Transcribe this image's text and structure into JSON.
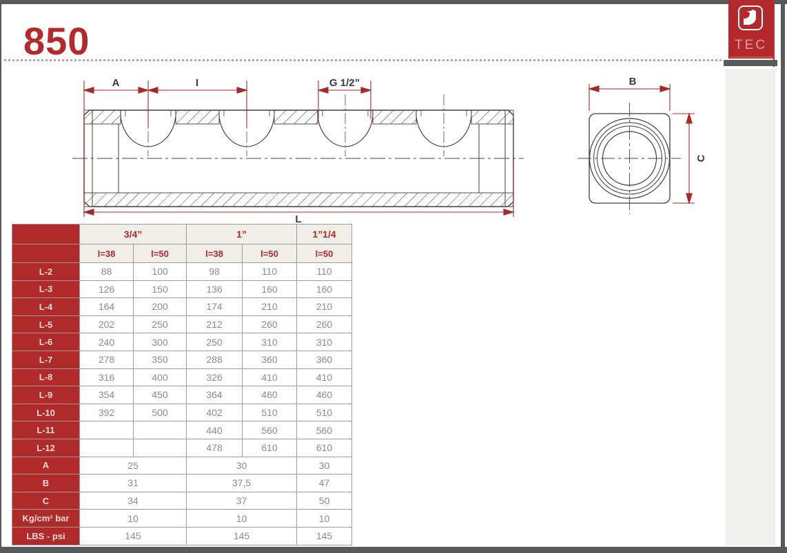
{
  "page": {
    "product_code": "850"
  },
  "logo": {
    "text": "TEC"
  },
  "drawing": {
    "labels": {
      "a": "A",
      "i": "I",
      "g": "G 1/2”",
      "l": "L",
      "b": "B",
      "c": "C"
    }
  },
  "table": {
    "size_groups": [
      "3/4”",
      "1”",
      "1”1/4"
    ],
    "length_headers": [
      "l=38",
      "l=50",
      "l=38",
      "l=50",
      "l=50"
    ],
    "rows": [
      {
        "label": "L-2",
        "values": [
          "88",
          "100",
          "98",
          "110",
          "110"
        ]
      },
      {
        "label": "L-3",
        "values": [
          "126",
          "150",
          "136",
          "160",
          "160"
        ]
      },
      {
        "label": "L-4",
        "values": [
          "164",
          "200",
          "174",
          "210",
          "210"
        ]
      },
      {
        "label": "L-5",
        "values": [
          "202",
          "250",
          "212",
          "260",
          "260"
        ]
      },
      {
        "label": "L-6",
        "values": [
          "240",
          "300",
          "250",
          "310",
          "310"
        ]
      },
      {
        "label": "L-7",
        "values": [
          "278",
          "350",
          "288",
          "360",
          "360"
        ]
      },
      {
        "label": "L-8",
        "values": [
          "316",
          "400",
          "326",
          "410",
          "410"
        ]
      },
      {
        "label": "L-9",
        "values": [
          "354",
          "450",
          "364",
          "460",
          "460"
        ]
      },
      {
        "label": "L-10",
        "values": [
          "392",
          "500",
          "402",
          "510",
          "510"
        ]
      },
      {
        "label": "L-11",
        "values": [
          "",
          "",
          "440",
          "560",
          "560"
        ]
      },
      {
        "label": "L-12",
        "values": [
          "",
          "",
          "478",
          "610",
          "610"
        ]
      }
    ],
    "summary_rows": [
      {
        "label": "A",
        "values": [
          "25",
          "30",
          "30"
        ]
      },
      {
        "label": "B",
        "values": [
          "31",
          "37,5",
          "47"
        ]
      },
      {
        "label": "C",
        "values": [
          "34",
          "37",
          "50"
        ]
      },
      {
        "label": "Kg/cm² bar",
        "values": [
          "10",
          "10",
          "10"
        ]
      },
      {
        "label": "LBS - psi",
        "values": [
          "145",
          "145",
          "145"
        ]
      }
    ]
  },
  "colors": {
    "brand_red": "#b3292b",
    "table_red": "#b02a29",
    "dimension_red": "#a62a26",
    "frame_gray": "#58595b",
    "panel_gray": "#f0f0ee",
    "header_cream": "#f1eee8",
    "value_gray": "#8c8c8c"
  }
}
